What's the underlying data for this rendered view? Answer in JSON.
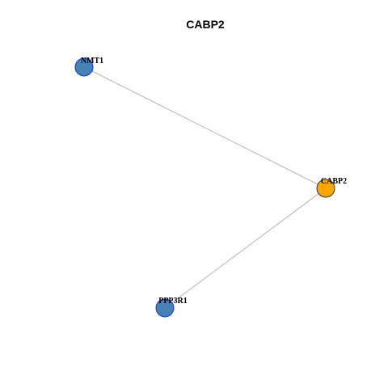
{
  "title": "CABP2",
  "colors": {
    "center_node": "#ffa500",
    "neighbor_node": "#4682b4",
    "neighbor_border": "#1a33cc",
    "edge": "#b3b3b3"
  },
  "nodes": [
    {
      "id": "NMT1",
      "label": "NMT1",
      "role": "neighbor"
    },
    {
      "id": "CABP2",
      "label": "CABP2",
      "role": "center"
    },
    {
      "id": "PPP3R1",
      "label": "PPP3R1",
      "role": "neighbor"
    }
  ],
  "edges": [
    {
      "source": "NMT1",
      "target": "CABP2"
    },
    {
      "source": "PPP3R1",
      "target": "CABP2"
    }
  ]
}
